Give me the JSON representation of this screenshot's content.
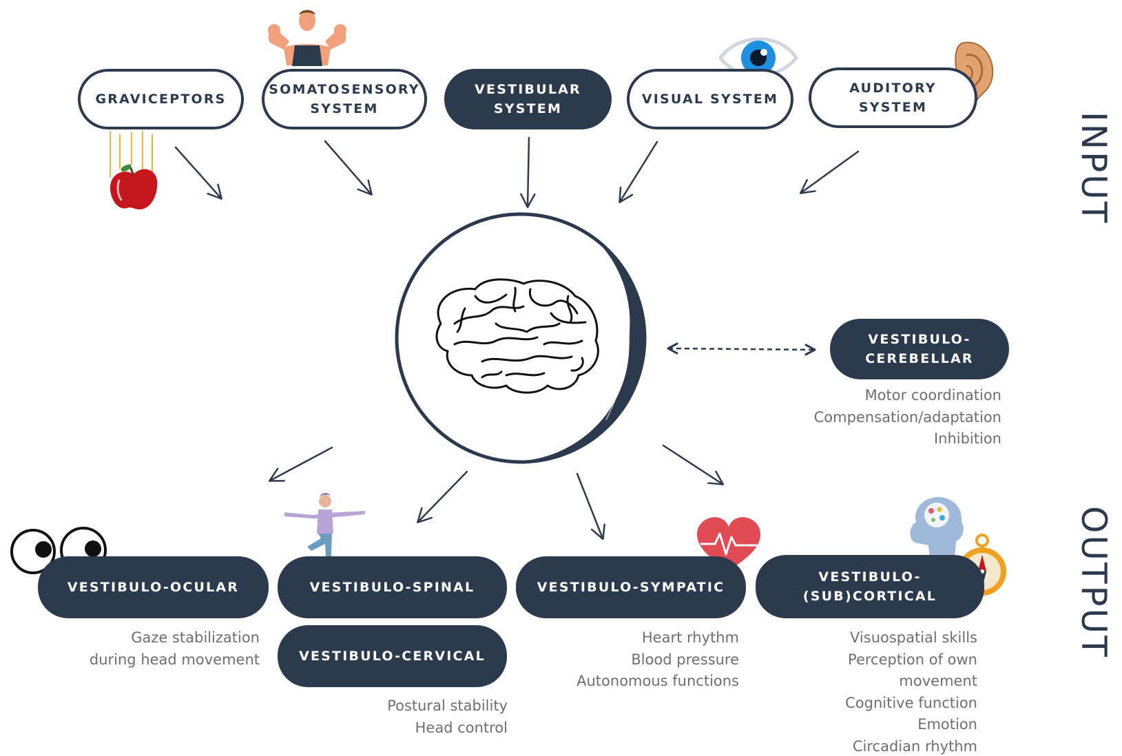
{
  "inputs": [
    {
      "label": "GRAVICEPTORS"
    },
    {
      "label": "SOMATOSENSORY\nSYSTEM"
    },
    {
      "label": "VESTIBULAR\nSYSTEM"
    },
    {
      "label": "VISUAL SYSTEM"
    },
    {
      "label": "AUDITORY\nSYSTEM"
    }
  ],
  "side_labels": {
    "input": "INPUT",
    "output": "OUTPUT"
  },
  "cerebellar": {
    "label": "VESTIBULO-\nCEREBELLAR",
    "functions": [
      "Motor coordination",
      "Compensation/adaptation",
      "Inhibition"
    ]
  },
  "outputs": {
    "ocular": {
      "label": "VESTIBULO-OCULAR",
      "functions": [
        "Gaze stabilization",
        "during head movement"
      ]
    },
    "spinal": {
      "label": "VESTIBULO-SPINAL"
    },
    "cervical": {
      "label": "VESTIBULO-CERVICAL",
      "functions": [
        "Postural stability",
        "Head control"
      ]
    },
    "sympatic": {
      "label": "VESTIBULO-SYMPATIC",
      "functions": [
        "Heart rhythm",
        "Blood pressure",
        "Autonomous functions"
      ]
    },
    "subcortical": {
      "label": "VESTIBULO-\n(SUB)CORTICAL",
      "functions": [
        "Visuospatial skills",
        "Perception of own",
        "movement",
        "Cognitive function",
        "Emotion",
        "Circadian rhythm"
      ]
    }
  },
  "colors": {
    "navy": "#2b3a4d",
    "text_gray": "#6e6e6e",
    "apple_red": "#c4161c",
    "iris_blue": "#1f8fe0",
    "ear_skin": "#e0a26e",
    "heart_red": "#e04b55",
    "compass_gold": "#f0a020"
  },
  "icons": {
    "graviceptors": "falling-apple-icon",
    "somatosensory": "strongman-icon",
    "visual": "eye-icon",
    "auditory": "ear-icon",
    "center": "brain-icon",
    "ocular": "googly-eyes-icon",
    "spinal": "yoga-person-icon",
    "sympatic": "heart-rate-icon",
    "subcortical": [
      "head-brain-icon",
      "compass-icon"
    ]
  }
}
